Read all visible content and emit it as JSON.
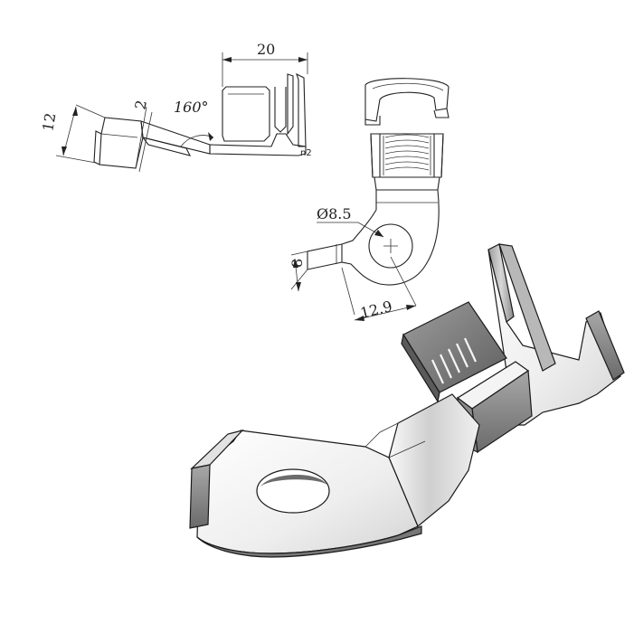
{
  "dimensions": {
    "width_20": "20",
    "angle_160": "160°",
    "thickness_2": "2",
    "height_12": "12",
    "hole_diameter": "Ø8.5",
    "tab_width_8": "8",
    "hole_offset_12_9": "12.9"
  },
  "colors": {
    "line": "#222222",
    "metal_light": "#f2f2f2",
    "metal_mid": "#bdbdbd",
    "metal_dark": "#7a7a7a"
  }
}
